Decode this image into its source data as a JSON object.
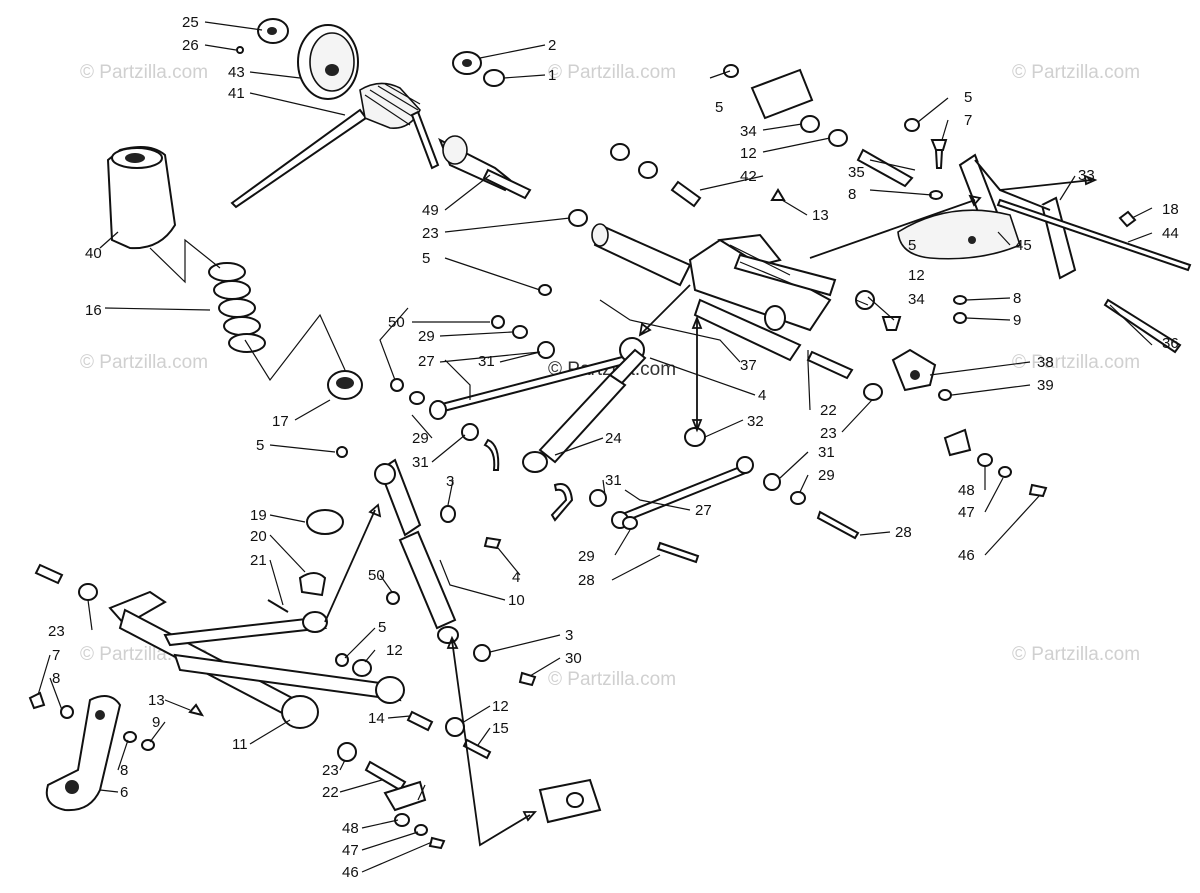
{
  "watermark": {
    "text": "© Partzilla.com",
    "center_text": "© Partzilla.com"
  },
  "callouts": [
    {
      "id": "c1",
      "label": "1"
    },
    {
      "id": "c2",
      "label": "2"
    },
    {
      "id": "c3",
      "label": "25"
    },
    {
      "id": "c4",
      "label": "26"
    },
    {
      "id": "c5",
      "label": "43"
    },
    {
      "id": "c6",
      "label": "41"
    },
    {
      "id": "c7",
      "label": "40"
    },
    {
      "id": "c8",
      "label": "16"
    },
    {
      "id": "c9",
      "label": "49"
    },
    {
      "id": "c10",
      "label": "23"
    },
    {
      "id": "c11",
      "label": "5"
    },
    {
      "id": "c12",
      "label": "34"
    },
    {
      "id": "c13",
      "label": "12"
    },
    {
      "id": "c14",
      "label": "42"
    },
    {
      "id": "c15",
      "label": "5"
    },
    {
      "id": "c16",
      "label": "7"
    },
    {
      "id": "c17",
      "label": "35"
    },
    {
      "id": "c18",
      "label": "8"
    },
    {
      "id": "c19",
      "label": "13"
    },
    {
      "id": "c20",
      "label": "33"
    },
    {
      "id": "c21",
      "label": "18"
    },
    {
      "id": "c22",
      "label": "44"
    },
    {
      "id": "c23",
      "label": "5"
    },
    {
      "id": "c24",
      "label": "12"
    },
    {
      "id": "c25",
      "label": "34"
    },
    {
      "id": "c26",
      "label": "45"
    },
    {
      "id": "c27",
      "label": "8"
    },
    {
      "id": "c28",
      "label": "9"
    },
    {
      "id": "c29",
      "label": "36"
    },
    {
      "id": "c30",
      "label": "50"
    },
    {
      "id": "c31",
      "label": "29"
    },
    {
      "id": "c32",
      "label": "27"
    },
    {
      "id": "c33",
      "label": "31"
    },
    {
      "id": "c34",
      "label": "37"
    },
    {
      "id": "c35",
      "label": "38"
    },
    {
      "id": "c36",
      "label": "39"
    },
    {
      "id": "c37",
      "label": "4"
    },
    {
      "id": "c38",
      "label": "17"
    },
    {
      "id": "c39",
      "label": "29"
    },
    {
      "id": "c40",
      "label": "31"
    },
    {
      "id": "c41",
      "label": "24"
    },
    {
      "id": "c42",
      "label": "32"
    },
    {
      "id": "c43",
      "label": "22"
    },
    {
      "id": "c44",
      "label": "23"
    },
    {
      "id": "c45",
      "label": "5"
    },
    {
      "id": "c46",
      "label": "3"
    },
    {
      "id": "c47",
      "label": "31"
    },
    {
      "id": "c48",
      "label": "31"
    },
    {
      "id": "c49",
      "label": "29"
    },
    {
      "id": "c50",
      "label": "48"
    },
    {
      "id": "c51",
      "label": "47"
    },
    {
      "id": "c52",
      "label": "19"
    },
    {
      "id": "c53",
      "label": "20"
    },
    {
      "id": "c54",
      "label": "21"
    },
    {
      "id": "c55",
      "label": "27"
    },
    {
      "id": "c56",
      "label": "28"
    },
    {
      "id": "c57",
      "label": "46"
    },
    {
      "id": "c58",
      "label": "4"
    },
    {
      "id": "c59",
      "label": "29"
    },
    {
      "id": "c60",
      "label": "28"
    },
    {
      "id": "c61",
      "label": "50"
    },
    {
      "id": "c62",
      "label": "10"
    },
    {
      "id": "c63",
      "label": "23"
    },
    {
      "id": "c64",
      "label": "5"
    },
    {
      "id": "c65",
      "label": "12"
    },
    {
      "id": "c66",
      "label": "3"
    },
    {
      "id": "c67",
      "label": "30"
    },
    {
      "id": "c68",
      "label": "7"
    },
    {
      "id": "c69",
      "label": "8"
    },
    {
      "id": "c70",
      "label": "13"
    },
    {
      "id": "c71",
      "label": "9"
    },
    {
      "id": "c72",
      "label": "14"
    },
    {
      "id": "c73",
      "label": "12"
    },
    {
      "id": "c74",
      "label": "15"
    },
    {
      "id": "c75",
      "label": "11"
    },
    {
      "id": "c76",
      "label": "8"
    },
    {
      "id": "c77",
      "label": "6"
    },
    {
      "id": "c78",
      "label": "23"
    },
    {
      "id": "c79",
      "label": "22"
    },
    {
      "id": "c80",
      "label": "48"
    },
    {
      "id": "c81",
      "label": "47"
    },
    {
      "id": "c82",
      "label": "46"
    }
  ]
}
